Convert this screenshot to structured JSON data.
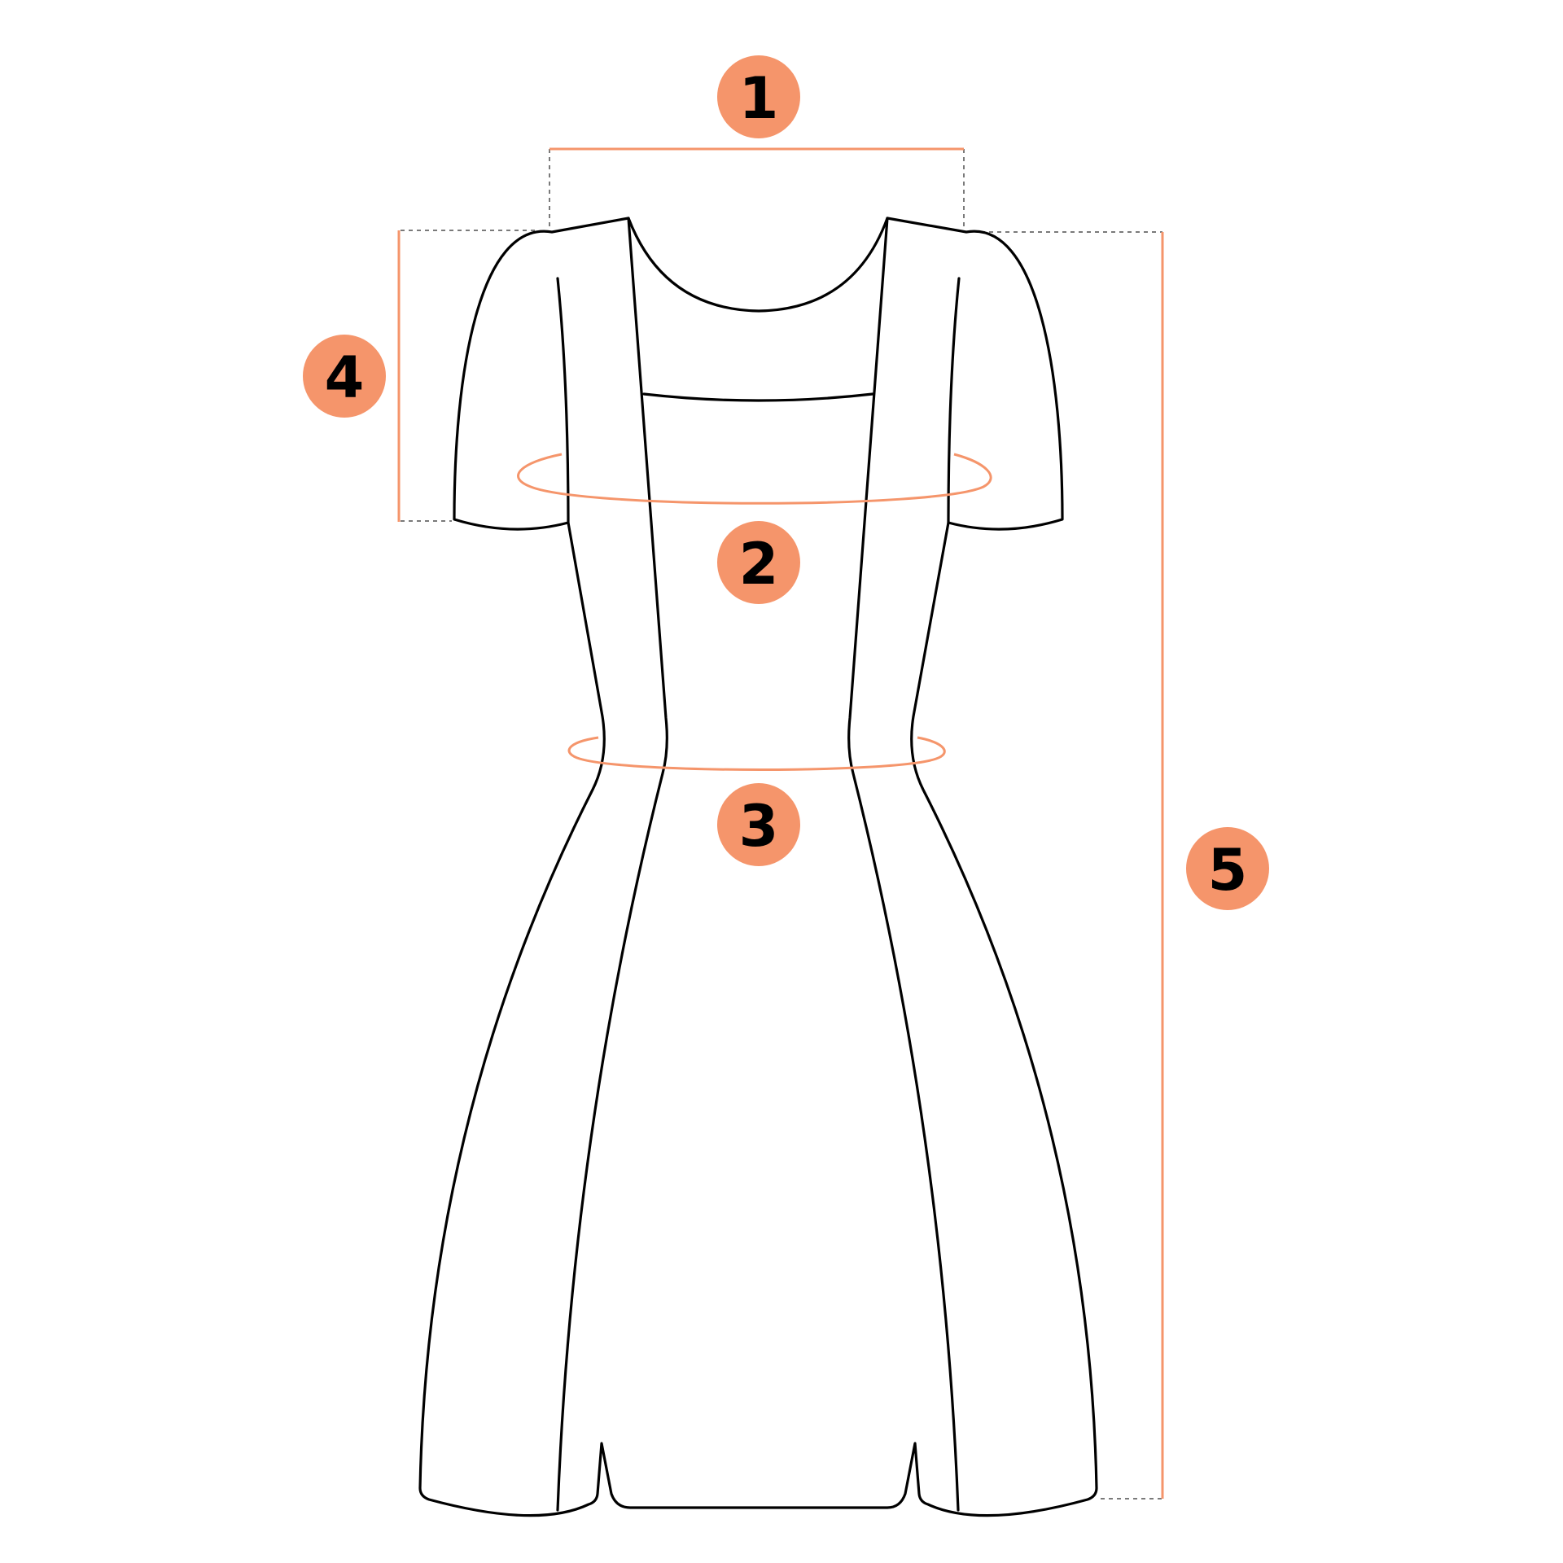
{
  "colors": {
    "accent": "#F5956B",
    "outline": "#000000",
    "guide": "#7A7A7A",
    "background": "#FFFFFF"
  },
  "markers": [
    {
      "id": "1",
      "label": "1",
      "measure": "shoulder-width"
    },
    {
      "id": "2",
      "label": "2",
      "measure": "bust-circumference"
    },
    {
      "id": "3",
      "label": "3",
      "measure": "waist-circumference"
    },
    {
      "id": "4",
      "label": "4",
      "measure": "sleeve-length"
    },
    {
      "id": "5",
      "label": "5",
      "measure": "total-length"
    }
  ]
}
